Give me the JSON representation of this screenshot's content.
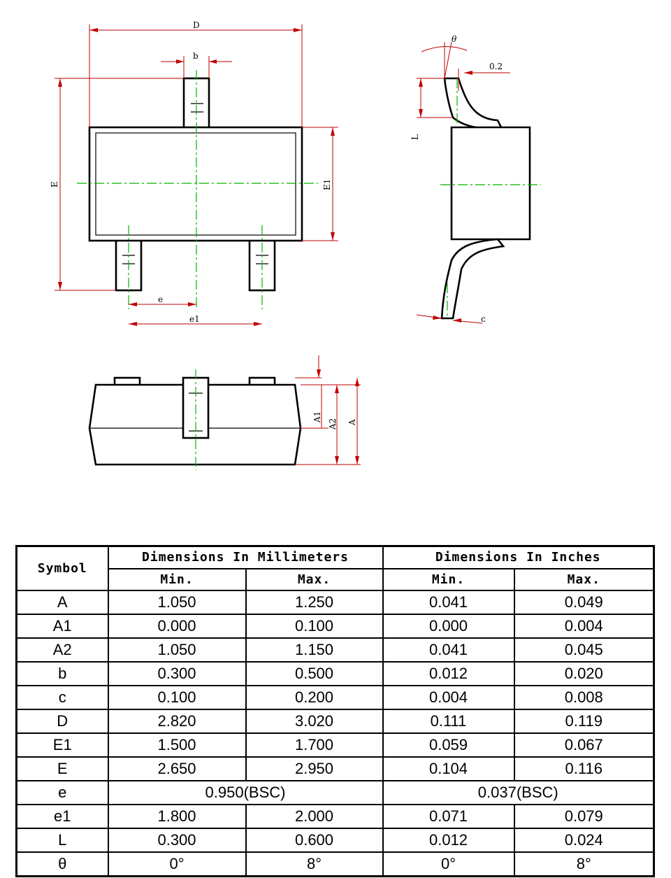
{
  "drawing": {
    "labels": {
      "D": "D",
      "b": "b",
      "E": "E",
      "E1": "E1",
      "e": "e",
      "e1": "e1",
      "theta": "θ",
      "gauge": "0.2",
      "L": "L",
      "c": "c",
      "A1": "A1",
      "A2": "A2",
      "A": "A"
    }
  },
  "table": {
    "header": {
      "symbol": "Symbol",
      "mm": "Dimensions In Millimeters",
      "inch": "Dimensions In Inches",
      "min": "Min.",
      "max": "Max."
    },
    "rows": [
      {
        "symbol": "A",
        "mm_min": "1.050",
        "mm_max": "1.250",
        "in_min": "0.041",
        "in_max": "0.049"
      },
      {
        "symbol": "A1",
        "mm_min": "0.000",
        "mm_max": "0.100",
        "in_min": "0.000",
        "in_max": "0.004"
      },
      {
        "symbol": "A2",
        "mm_min": "1.050",
        "mm_max": "1.150",
        "in_min": "0.041",
        "in_max": "0.045"
      },
      {
        "symbol": "b",
        "mm_min": "0.300",
        "mm_max": "0.500",
        "in_min": "0.012",
        "in_max": "0.020"
      },
      {
        "symbol": "c",
        "mm_min": "0.100",
        "mm_max": "0.200",
        "in_min": "0.004",
        "in_max": "0.008"
      },
      {
        "symbol": "D",
        "mm_min": "2.820",
        "mm_max": "3.020",
        "in_min": "0.111",
        "in_max": "0.119"
      },
      {
        "symbol": "E1",
        "mm_min": "1.500",
        "mm_max": "1.700",
        "in_min": "0.059",
        "in_max": "0.067"
      },
      {
        "symbol": "E",
        "mm_min": "2.650",
        "mm_max": "2.950",
        "in_min": "0.104",
        "in_max": "0.116"
      },
      {
        "symbol": "e",
        "mm_span": "0.950(BSC)",
        "in_span": "0.037(BSC)"
      },
      {
        "symbol": "e1",
        "mm_min": "1.800",
        "mm_max": "2.000",
        "in_min": "0.071",
        "in_max": "0.079"
      },
      {
        "symbol": "L",
        "mm_min": "0.300",
        "mm_max": "0.600",
        "in_min": "0.012",
        "in_max": "0.024"
      },
      {
        "symbol": "θ",
        "mm_min": "0°",
        "mm_max": "8°",
        "in_min": "0°",
        "in_max": "8°"
      }
    ]
  }
}
